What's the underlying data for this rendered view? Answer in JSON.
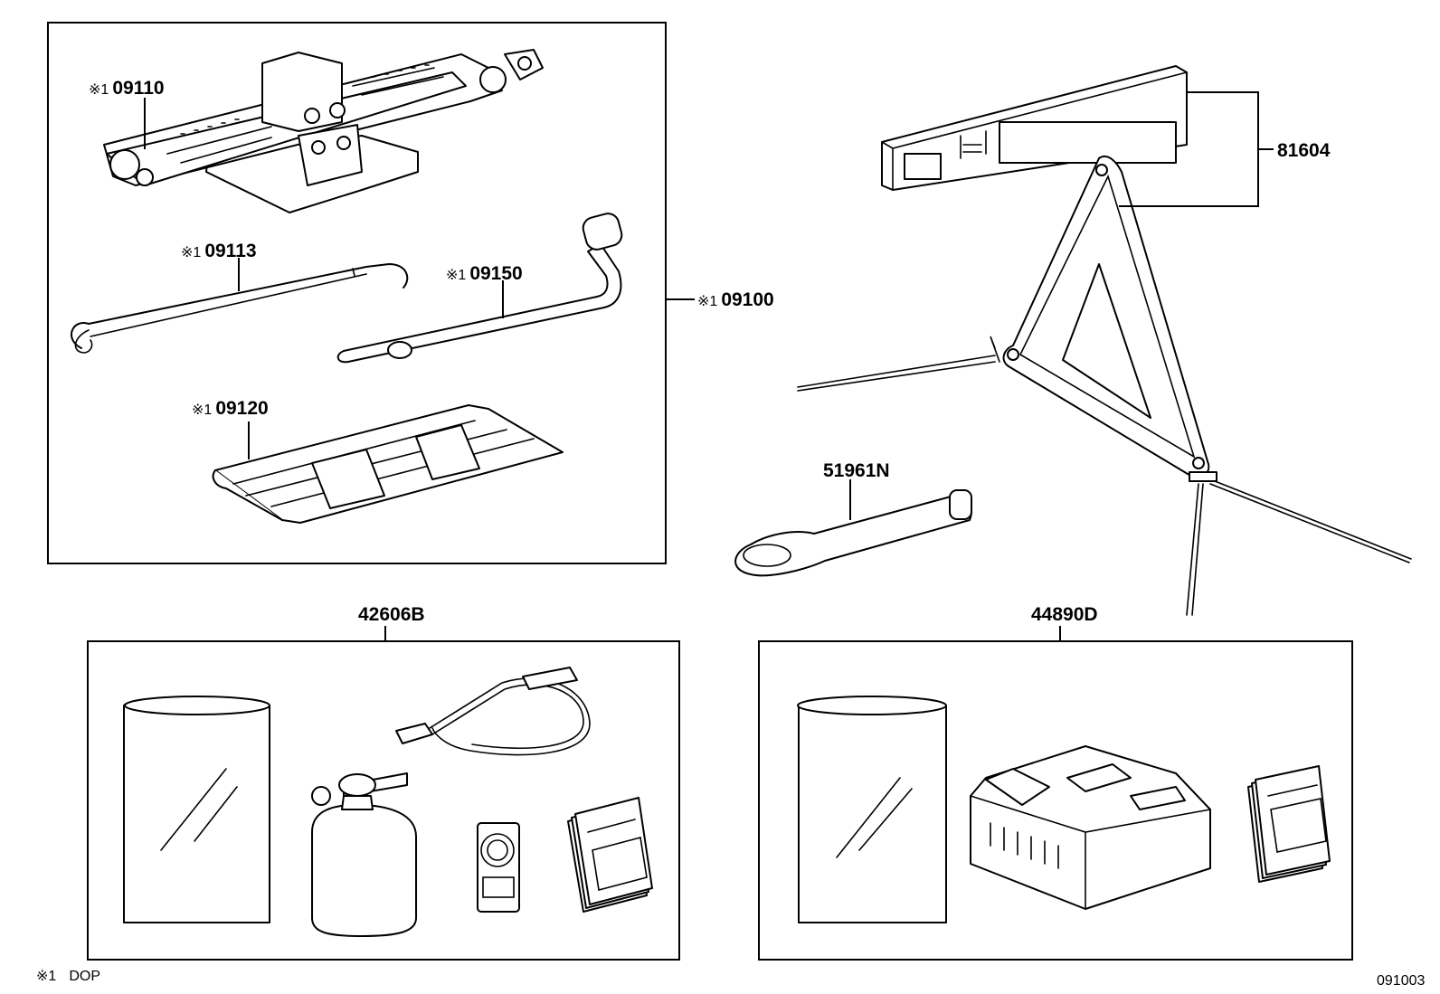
{
  "callouts": {
    "jack": {
      "mark": "※1",
      "code": "09110"
    },
    "jack_handle": {
      "mark": "※1",
      "code": "09113"
    },
    "wrench": {
      "mark": "※1",
      "code": "09150"
    },
    "tool_set": {
      "mark": "※1",
      "code": "09100"
    },
    "tool_bag": {
      "mark": "※1",
      "code": "09120"
    },
    "warning_triangle": {
      "code": "81604"
    },
    "towing_eye": {
      "code": "51961N"
    },
    "repair_kit_a": {
      "code": "42606B"
    },
    "repair_kit_b": {
      "code": "44890D"
    }
  },
  "footnote": {
    "mark": "※1",
    "text": "DOP"
  },
  "diagram_id": "091003"
}
